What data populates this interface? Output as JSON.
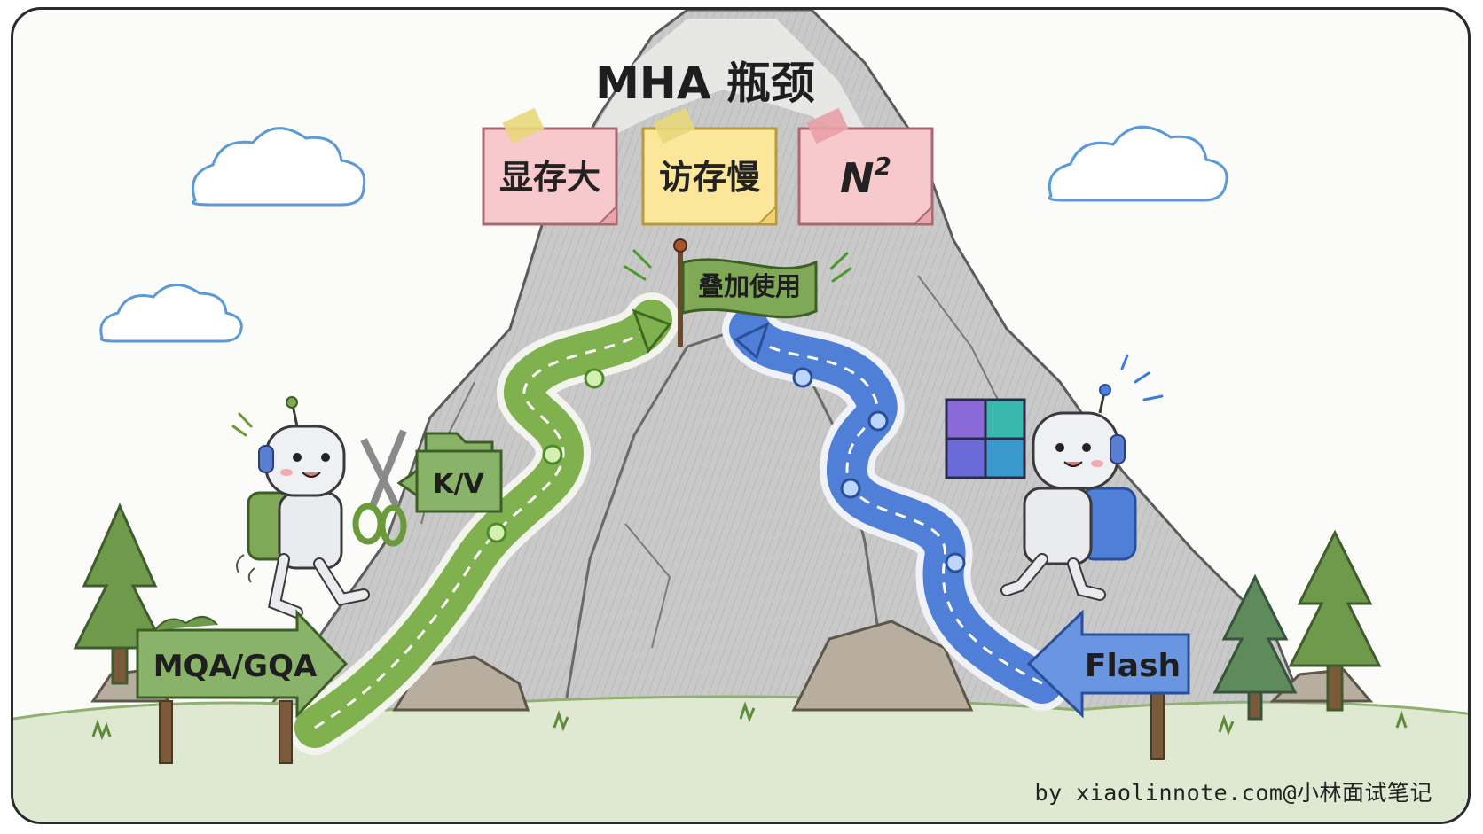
{
  "title": "MHA 瓶颈",
  "problems": [
    {
      "label": "显存大",
      "color": "#f7c8cc",
      "tape": "#e8d77a"
    },
    {
      "label": "访存慢",
      "color": "#fbe69a",
      "tape": "#e8d77a"
    },
    {
      "label": "N",
      "superscript": "2",
      "color": "#f7c8cc",
      "tape": "#e8a0a6"
    }
  ],
  "flag": {
    "label": "叠加使用",
    "color": "#7fa857"
  },
  "left_path": {
    "sign": "MQA/GQA",
    "badge": "K/V",
    "color": "#7fb24e"
  },
  "right_path": {
    "sign": "Flash",
    "color": "#4f7fd6"
  },
  "credit": "by xiaolinnote.com@小林面试笔记"
}
